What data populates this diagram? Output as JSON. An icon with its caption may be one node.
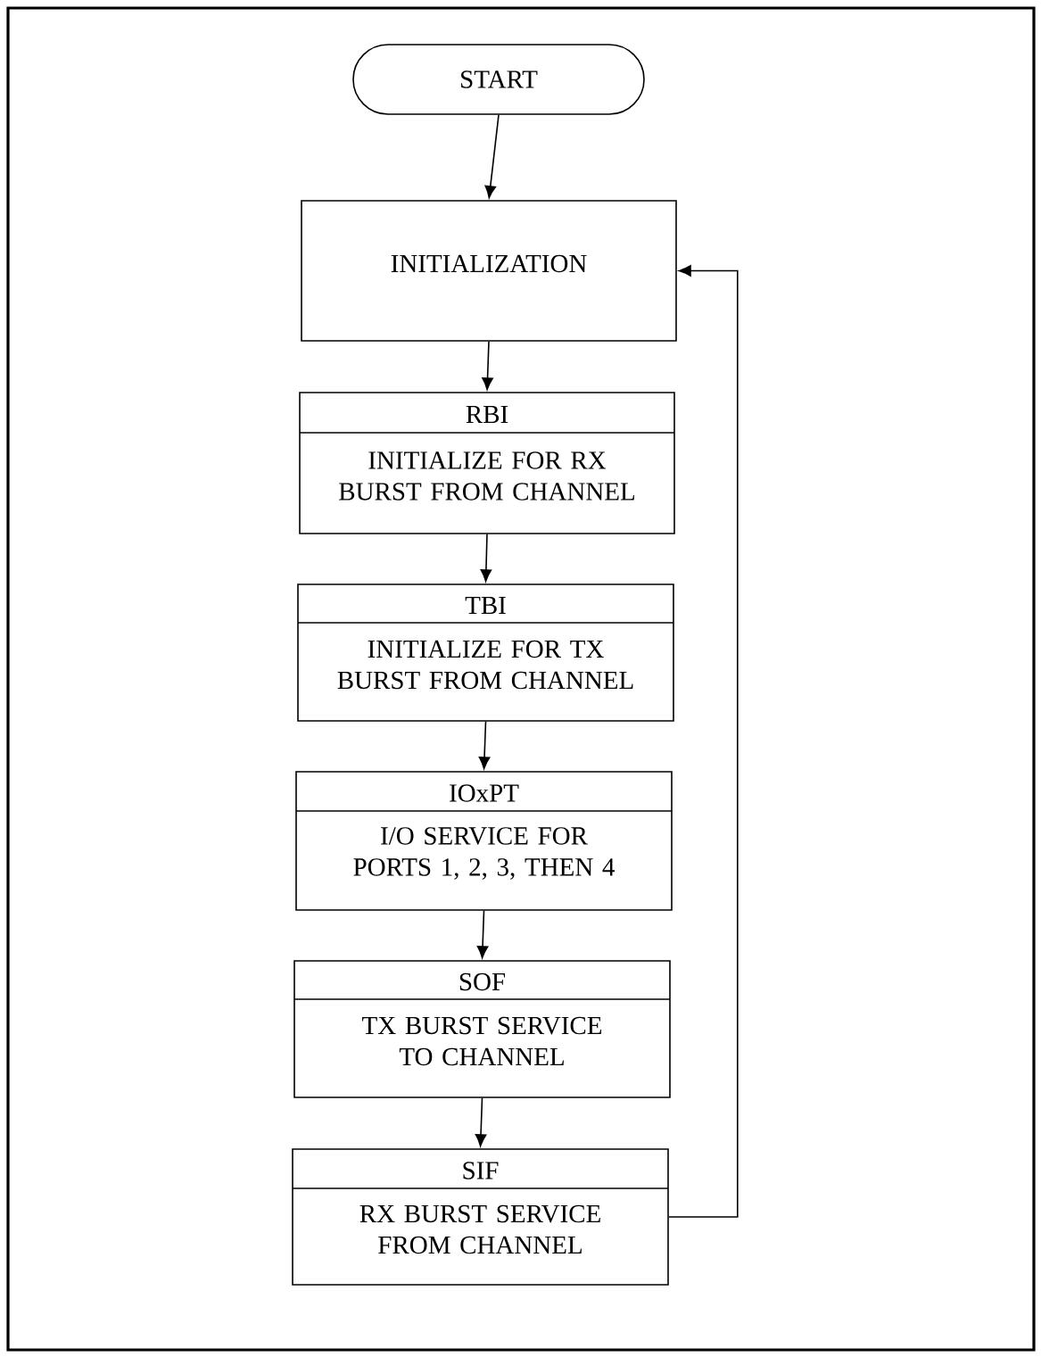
{
  "diagram": {
    "nodes": [
      {
        "text": [
          "START"
        ]
      },
      {
        "text": [
          "INITIALIZATION"
        ]
      },
      {
        "text": [
          "RBI",
          "INITIALIZE FOR RX BURST FROM CHANNEL"
        ]
      },
      {
        "text": [
          "TBI",
          "INITIALIZE FOR TX BURST FROM CHANNEL"
        ]
      },
      {
        "text": [
          "IOxPT",
          "I/O SERVICE FOR PORTS 1, 2, 3, THEN 4"
        ]
      },
      {
        "text": [
          "SOF",
          "TX BURST SERVICE TO CHANNEL"
        ]
      },
      {
        "text": [
          "SIF",
          "RX BURST SERVICE FROM CHANNEL"
        ]
      }
    ],
    "edges": [
      {
        "from": 0,
        "to": 1,
        "arrow": "to"
      },
      {
        "from": 1,
        "to": 2,
        "arrow": "to"
      },
      {
        "from": 2,
        "to": 3,
        "arrow": "to"
      },
      {
        "from": 3,
        "to": 4,
        "arrow": "to"
      },
      {
        "from": 4,
        "to": 5,
        "arrow": "to"
      },
      {
        "from": 5,
        "to": 6,
        "arrow": "to"
      },
      {
        "from": 6,
        "to": 1,
        "arrow": "to"
      }
    ]
  }
}
